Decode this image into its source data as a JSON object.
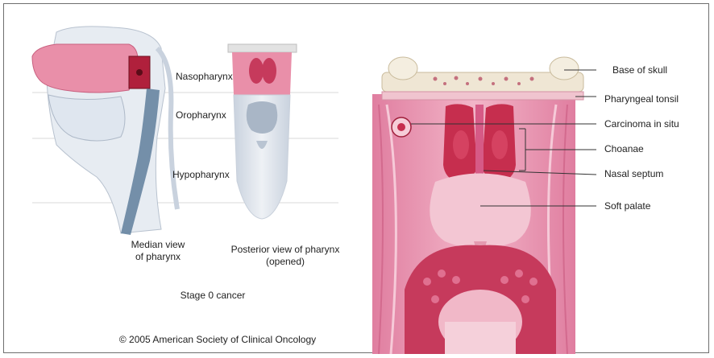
{
  "left_labels": {
    "nasopharynx": "Nasopharynx",
    "oropharynx": "Oropharynx",
    "hypopharynx": "Hypopharynx"
  },
  "captions": {
    "median_view": "Median view\nof pharynx",
    "posterior_view": "Posterior view of pharynx\n(opened)",
    "stage": "Stage 0 cancer",
    "copyright": "© 2005 American Society of Clinical Oncology"
  },
  "right_labels": {
    "base_of_skull": "Base of skull",
    "pharyngeal_tonsil": "Pharyngeal tonsil",
    "carcinoma_in_situ": "Carcinoma in situ",
    "choanae": "Choanae",
    "nasal_septum": "Nasal septum",
    "soft_palate": "Soft palate"
  },
  "colors": {
    "tissue_pink": "#e8a0b8",
    "mucosa_deep": "#d65a86",
    "tumor_red": "#c62e4e",
    "bone": "#efe6d4",
    "highlight_band": "#f2c8d4"
  }
}
